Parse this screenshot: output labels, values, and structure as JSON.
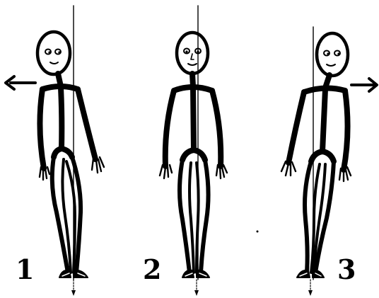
{
  "figures": [
    {
      "number": "1",
      "pointer": "left-arrow-icon"
    },
    {
      "number": "2",
      "pointer": "none"
    },
    {
      "number": "3",
      "pointer": "right-arrow-icon"
    }
  ],
  "colors": {
    "ink": "#000000",
    "background": "#ffffff"
  }
}
